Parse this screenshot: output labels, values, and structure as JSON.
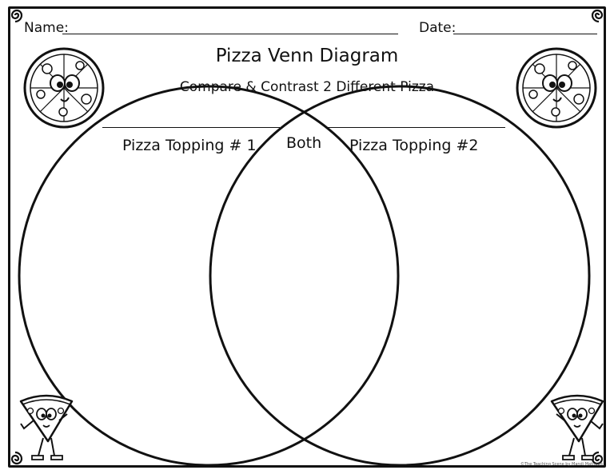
{
  "header": {
    "name_label": "Name:",
    "date_label": "Date:"
  },
  "title": "Pizza Venn Diagram",
  "subtitle": "Compare & Contrast 2 Different Pizza",
  "venn": {
    "left_label": "Pizza Topping # 1",
    "center_label": "Both",
    "right_label": "Pizza Topping #2"
  },
  "footer": {
    "credit": "©The Teaching Scene by Mandi Mathews"
  },
  "icons": {
    "corners": "swirl-icon",
    "top_art": "pizza-character-icon",
    "bottom_art": "pizza-slice-character-icon"
  }
}
